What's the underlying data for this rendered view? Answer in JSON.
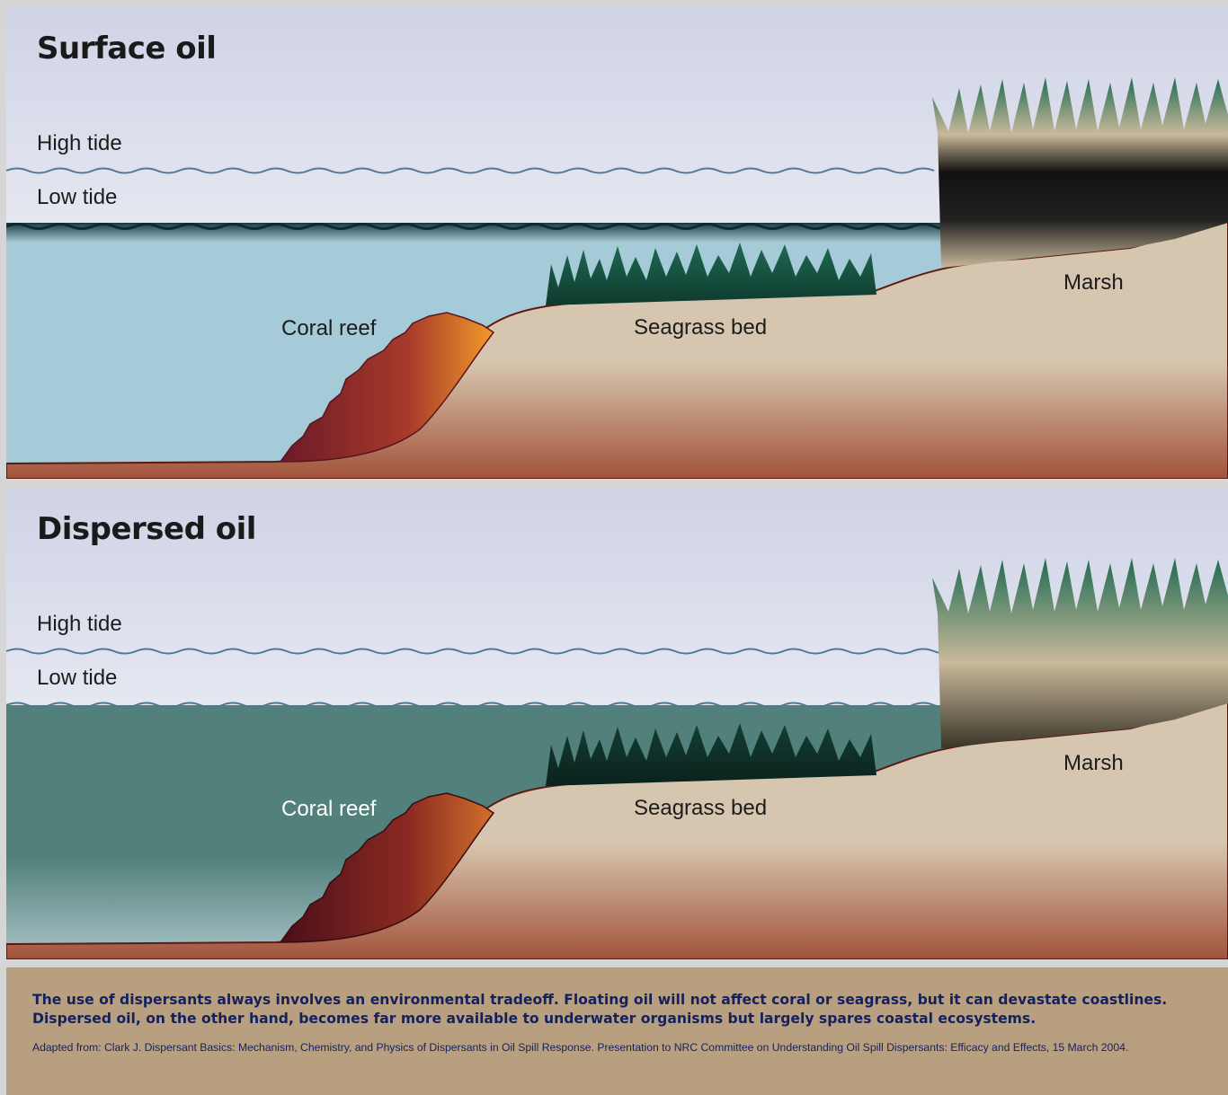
{
  "panels": [
    {
      "title": "Surface oil",
      "high_tide": "High tide",
      "low_tide": "Low tide",
      "coral_reef": "Coral reef",
      "seagrass_bed": "Seagrass bed",
      "marsh": "Marsh",
      "water_color": "#a5cad8",
      "oil_on_surface": true
    },
    {
      "title": "Dispersed oil",
      "high_tide": "High tide",
      "low_tide": "Low tide",
      "coral_reef": "Coral reef",
      "seagrass_bed": "Seagrass bed",
      "marsh": "Marsh",
      "water_color": "#52807a",
      "oil_on_surface": false
    }
  ],
  "caption": {
    "main": "The use of dispersants always involves an environmental tradeoff. Floating oil will not affect coral or seagrass, but it can devastate coastlines. Dispersed oil, on the other hand, becomes far more available to underwater organisms but largely spares coastal ecosystems.",
    "source": "Adapted from: Clark J. Dispersant Basics: Mechanism, Chemistry, and Physics of Dispersants in Oil Spill Response. Presentation to NRC Committee on Understanding Oil Spill Dispersants: Efficacy and Effects, 15 March 2004."
  },
  "colors": {
    "sky_top": "#cfd3e5",
    "sand": "#d7c6af",
    "sand_deep": "#a2533a",
    "grass": "#1e6a52",
    "coral_orange": "#e8842a",
    "coral_dark": "#7a1f2a",
    "tide_line": "#4d7a96",
    "caption_bg": "#b89f7f",
    "caption_text": "#15215e"
  }
}
